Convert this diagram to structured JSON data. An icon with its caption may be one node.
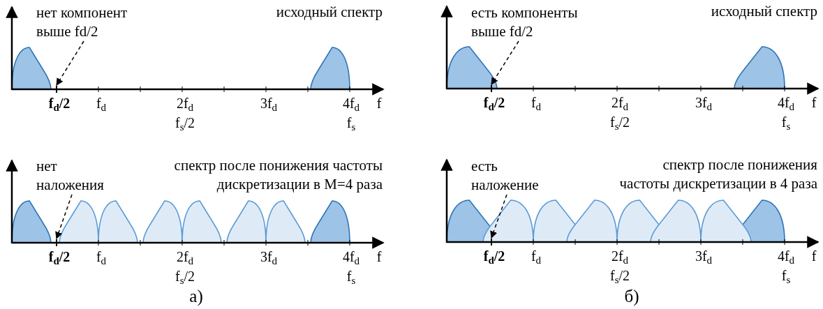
{
  "diagram": {
    "nodes": [
      {
        "text": [
          "нет компонент выше fd/2"
        ]
      },
      {
        "text": [
          "есть компоненты выше fd/2"
        ]
      },
      {
        "text": [
          "нет наложения"
        ]
      },
      {
        "text": [
          "есть наложение"
        ]
      },
      {
        "text": [],
        "shape": "bar"
      },
      {
        "text": [],
        "shape": "bar"
      },
      {
        "text": [],
        "shape": "bar"
      },
      {
        "text": [],
        "shape": "bar"
      }
    ],
    "edges": [
      {
        "from": 0,
        "to": 4,
        "arrow": "to",
        "style": "dashed"
      },
      {
        "from": 1,
        "to": 5,
        "arrow": "to",
        "style": "dashed"
      },
      {
        "from": 2,
        "to": 6,
        "arrow": "to",
        "style": "dashed"
      },
      {
        "from": 3,
        "to": 7,
        "arrow": "to",
        "style": "dashed"
      }
    ],
    "labels": [
      "исходный спектр",
      "f$_{d}$/2",
      "f$_{d}$",
      "2f$_{d}$",
      "3f$_{d}$",
      "4f$_{d}$",
      "f",
      "f$_{s}$/2",
      "f$_{s}$",
      "исходный спектр",
      "f$_{d}$/2",
      "f$_{d}$",
      "2f$_{d}$",
      "3f$_{d}$",
      "4f$_{d}$",
      "f",
      "f$_{s}$/2",
      "f$_{s}$",
      "спектр после понижения частоты дискретизации в М=4 раза",
      "f$_{d}$/2",
      "f$_{d}$",
      "2f$_{d}$",
      "3f$_{d}$",
      "4f$_{d}$",
      "f",
      "f$_{s}$/2",
      "f$_{s}$",
      "спектр после понижения частоты дискретизации в 4 раза",
      "f$_{d}$/2",
      "f$_{d}$",
      "2f$_{d}$",
      "3f$_{d}$",
      "4f$_{d}$",
      "f",
      "f$_{s}$/2",
      "f$_{s}$",
      "а)",
      "б)"
    ]
  }
}
